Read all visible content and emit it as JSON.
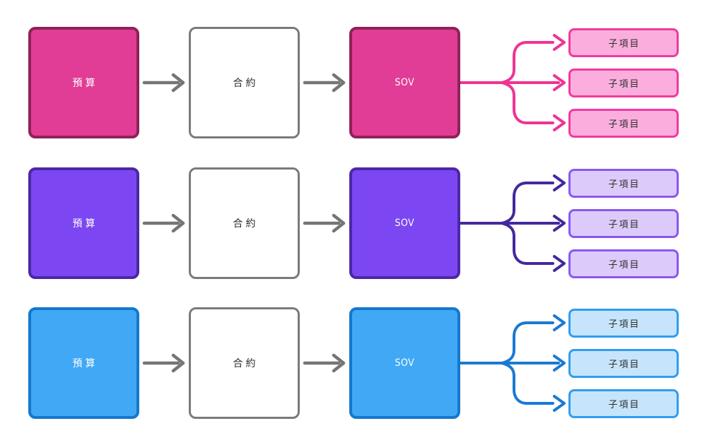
{
  "diagram": {
    "connector_color": "#757575",
    "contract_box": {
      "fill": "#ffffff",
      "border": "#7a7a7a",
      "text": "#2d2d2d"
    },
    "rows": [
      {
        "theme": "pink",
        "budget_label": "預算",
        "contract_label": "合約",
        "sov_label": "SOV",
        "children": [
          {
            "label": "子項目"
          },
          {
            "label": "子項目"
          },
          {
            "label": "子項目"
          }
        ],
        "colors": {
          "node_fill": "#e13d96",
          "node_border": "#8f2158",
          "node_text": "#ffffff",
          "line": "#ee3494",
          "child_fill": "#fbaedd",
          "child_border": "#f13a9e",
          "child_text": "#2e2e2e"
        }
      },
      {
        "theme": "purple",
        "budget_label": "預算",
        "contract_label": "合約",
        "sov_label": "SOV",
        "children": [
          {
            "label": "子項目"
          },
          {
            "label": "子項目"
          },
          {
            "label": "子項目"
          }
        ],
        "colors": {
          "node_fill": "#7c47f3",
          "node_border": "#4c28a4",
          "node_text": "#ffffff",
          "line": "#44289e",
          "child_fill": "#dccbfa",
          "child_border": "#8a57f2",
          "child_text": "#2e2e2e"
        }
      },
      {
        "theme": "blue",
        "budget_label": "預算",
        "contract_label": "合約",
        "sov_label": "SOV",
        "children": [
          {
            "label": "子項目"
          },
          {
            "label": "子項目"
          },
          {
            "label": "子項目"
          }
        ],
        "colors": {
          "node_fill": "#40a8f5",
          "node_border": "#1478cd",
          "node_text": "#ffffff",
          "line": "#1a79d3",
          "child_fill": "#c6e5fc",
          "child_border": "#309df0",
          "child_text": "#2e2e2e"
        }
      }
    ]
  }
}
